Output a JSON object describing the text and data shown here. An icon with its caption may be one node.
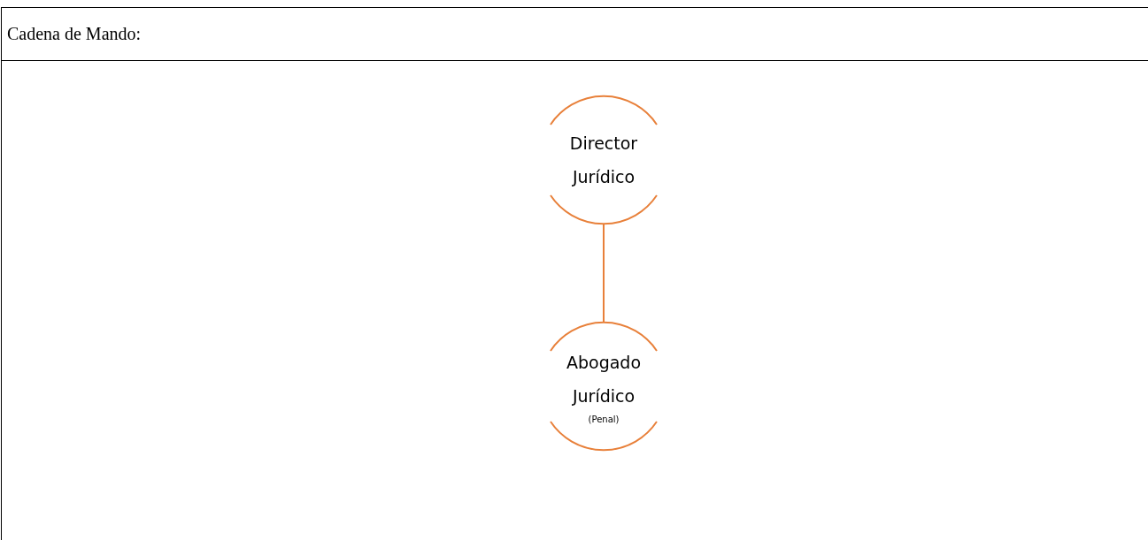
{
  "diagram": {
    "title": "Cadena de Mando:",
    "nodes": [
      {
        "text": [
          "Director Jurídico"
        ]
      },
      {
        "text": [
          "Abogado Jurídico",
          "(Penal)"
        ]
      }
    ],
    "edges": [
      {
        "from": 0,
        "to": 1,
        "arrow": "none"
      }
    ]
  }
}
